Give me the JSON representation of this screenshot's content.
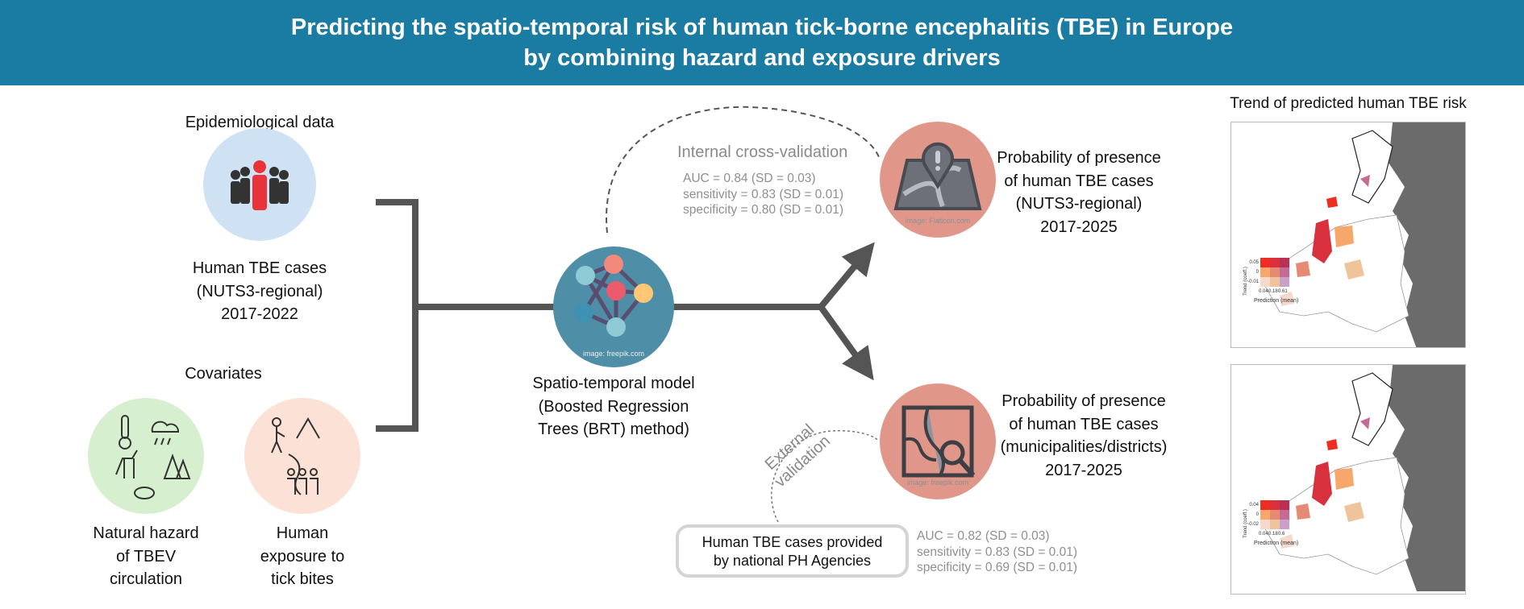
{
  "header": {
    "title_line1": "Predicting the spatio-temporal risk of human tick-borne encephalitis (TBE) in Europe",
    "title_line2": "by combining hazard and exposure drivers"
  },
  "epi": {
    "heading": "Epidemiological data",
    "lines": [
      "Human TBE cases",
      "(NUTS3-regional)",
      "2017-2022"
    ]
  },
  "covariates": {
    "heading": "Covariates",
    "hazard": [
      "Natural hazard",
      "of TBEV",
      "circulation"
    ],
    "exposure": [
      "Human",
      "exposure to",
      "tick bites"
    ]
  },
  "model": {
    "lines": [
      "Spatio-temporal model",
      "(Boosted  Regression",
      "Trees (BRT) method)"
    ],
    "credit": "image: freepik.com"
  },
  "internal": {
    "title": "Internal cross-validation",
    "stats": [
      "AUC = 0.84 (SD = 0.03)",
      "sensitivity = 0.83 (SD = 0.01)",
      "specificity = 0.80 (SD = 0.01)"
    ]
  },
  "output1": {
    "lines": [
      "Probability of presence",
      "of human TBE cases",
      "(NUTS3-regional)",
      "2017-2025"
    ],
    "credit": "image: Flaticon.com"
  },
  "output2": {
    "lines": [
      "Probability of presence",
      "of human TBE cases",
      "(municipalities/districts)",
      "2017-2025"
    ],
    "credit": "image: freepik.com"
  },
  "external": {
    "title_line1": "External",
    "title_line2": "validation",
    "box": [
      "Human TBE cases provided",
      "by national PH Agencies"
    ],
    "stats": [
      "AUC = 0.82 (SD = 0.03)",
      "sensitivity = 0.83 (SD = 0.01)",
      "specificity = 0.69 (SD = 0.01)"
    ]
  },
  "trend": {
    "title": "Trend of predicted human TBE risk",
    "map1": {
      "ylabel": "Trend (coeff.)",
      "xlabel": "Prediction (mean)",
      "yticks": [
        "0.05",
        "0",
        "-0.01"
      ],
      "xticks": [
        "0.04",
        "0.18",
        "0.61"
      ]
    },
    "map2": {
      "ylabel": "Trend (coeff.)",
      "xlabel": "Prediction (mean)",
      "yticks": [
        "0.04",
        "0",
        "-0.02"
      ],
      "xticks": [
        "0.04",
        "0.18",
        "0.6"
      ]
    },
    "legend_colors": [
      [
        "#f5d9cc",
        "#efc49b",
        "#c9a0c9"
      ],
      [
        "#f8a76a",
        "#e68a74",
        "#c56b93"
      ],
      [
        "#ee2e20",
        "#d8303c",
        "#b93055"
      ]
    ]
  },
  "colors": {
    "header": "#1a7ba3",
    "connector": "#555555",
    "model_circle": "#4e8ea6",
    "output_circle": "#e0978a",
    "epi_circle": "#cfe2f3",
    "hazard_circle": "#d6f0cf",
    "exposure_circle": "#fbe1d6"
  }
}
